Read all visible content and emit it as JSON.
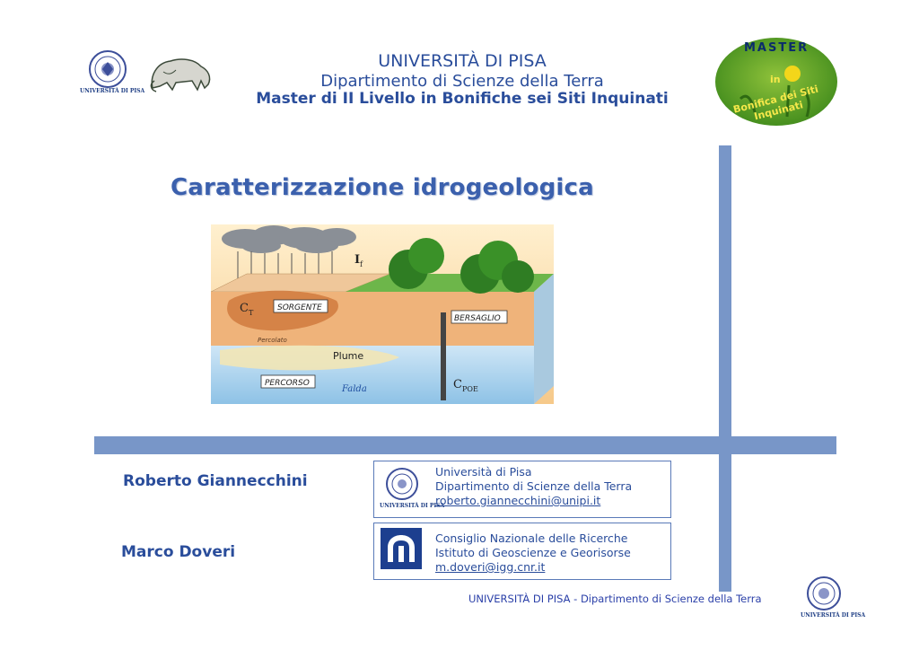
{
  "header": {
    "university": "UNIVERSITÀ DI PISA",
    "department": "Dipartimento di Scienze della Terra",
    "master": "Master di II Livello in Bonifiche sei Siti Inquinati",
    "left_logo_caption": "UNIVERSITÀ DI PISA",
    "master_logo": {
      "line1": "MASTER",
      "line2": "in",
      "line3": "Bonifica dei Siti Inquinati"
    }
  },
  "slide": {
    "title": "Caratterizzazione idrogeologica"
  },
  "figure": {
    "labels": {
      "infiltration": "I",
      "infiltration_sub": "f",
      "concentration_source": "C",
      "concentration_source_sub": "T",
      "source": "SORGENTE",
      "leachate": "Percolato",
      "target": "BERSAGLIO",
      "plume": "Plume",
      "pathway": "PERCORSO",
      "aquifer": "Falda",
      "concentration_poe": "C",
      "concentration_poe_sub": "POE"
    }
  },
  "authors": [
    {
      "name": "Roberto Giannecchini",
      "logo_caption": "UNIVERSITÀ DI PISA",
      "lines": [
        "Università di Pisa",
        "Dipartimento di Scienze della Terra"
      ],
      "email": "roberto.giannecchini@unipi.it"
    },
    {
      "name": "Marco Doveri",
      "lines": [
        "Consiglio Nazionale delle Ricerche",
        "Istituto di Geoscienze e Georisorse"
      ],
      "email": "m.doveri@igg.cnr.it"
    }
  ],
  "footer": {
    "text": "UNIVERSITÀ DI PISA - Dipartimento di Scienze della Terra",
    "logo_caption": "UNIVERSITÀ DI PISA"
  },
  "colors": {
    "primary_text": "#2a4d9b",
    "bar": "#7896c8",
    "title": "#3b60ad"
  }
}
